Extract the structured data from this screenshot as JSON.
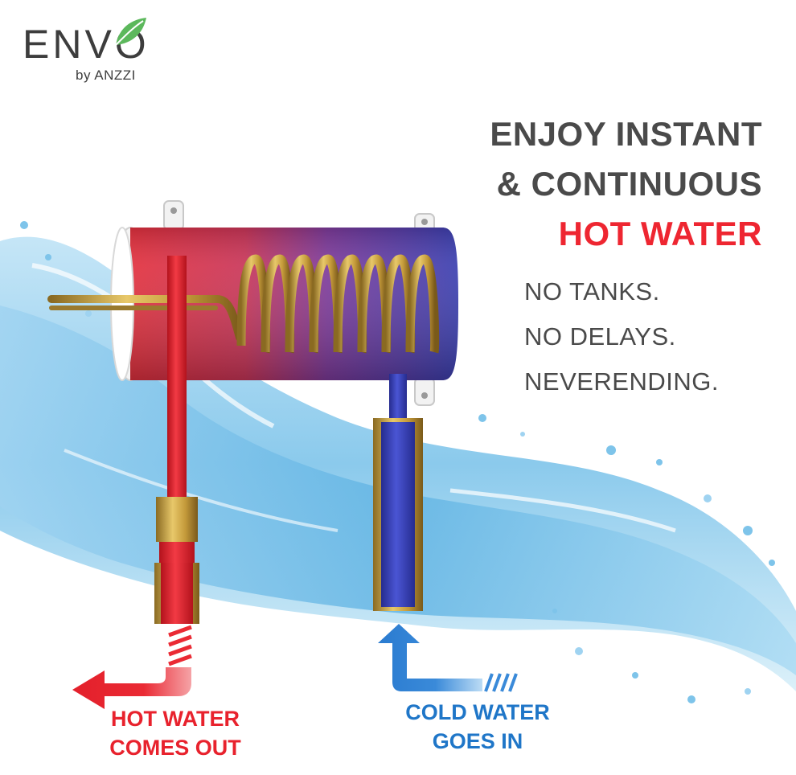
{
  "brand": {
    "name": "ENVO",
    "sub": "by ANZZI",
    "icon": "leaf-icon",
    "leaf_color": "#5cb85c"
  },
  "headline": {
    "line1": "ENJOY INSTANT",
    "line2": "& CONTINUOUS",
    "line3": "HOT WATER"
  },
  "features": [
    "NO TANKS.",
    "NO DELAYS.",
    "NEVERENDING."
  ],
  "labels": {
    "hot_line1": "HOT WATER",
    "hot_line2": "COMES OUT",
    "cold_line1": "COLD WATER",
    "cold_line2": "GOES IN"
  },
  "colors": {
    "hot": "#e8222d",
    "cold": "#1f76c8",
    "text": "#4a4a4a",
    "coil": "#c9a24a"
  }
}
